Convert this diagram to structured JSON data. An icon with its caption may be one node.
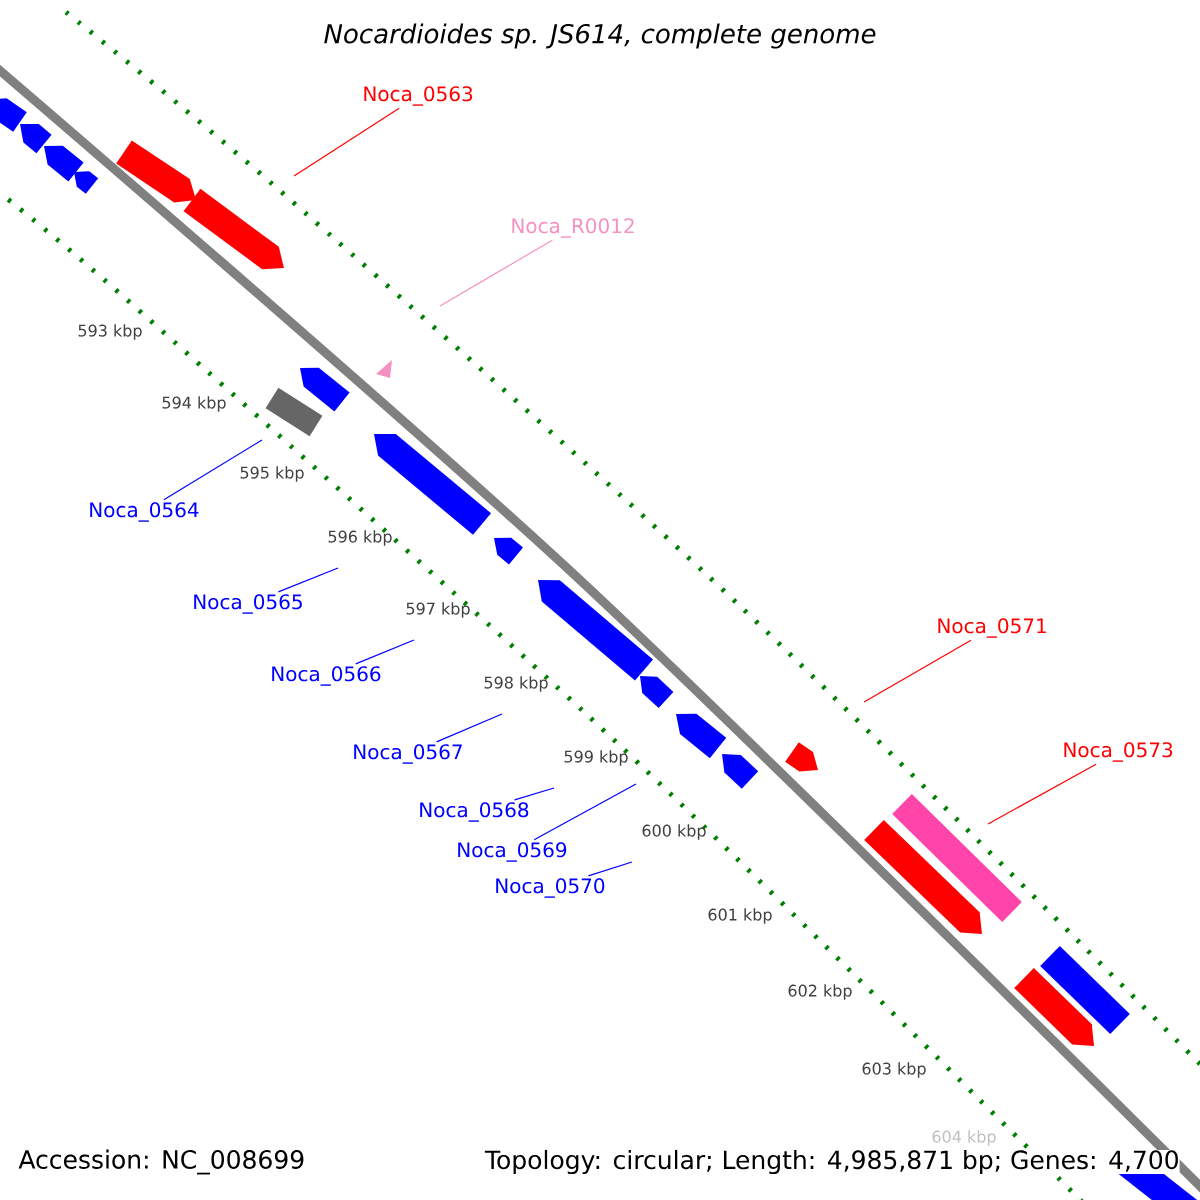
{
  "diagram": {
    "title": "Nocardioides sp. JS614, complete genome",
    "nodes": [
      {
        "text": [
          "Noca_0563"
        ]
      },
      {
        "text": [
          "Noca_R0012"
        ]
      },
      {
        "text": [
          "Noca_0564"
        ]
      },
      {
        "text": [
          "Noca_0565"
        ]
      },
      {
        "text": [
          "Noca_0566"
        ]
      },
      {
        "text": [
          "Noca_0567"
        ]
      },
      {
        "text": [
          "Noca_0568"
        ]
      },
      {
        "text": [
          "Noca_0569"
        ]
      },
      {
        "text": [
          "Noca_0570"
        ]
      },
      {
        "text": [
          "Noca_0571"
        ]
      },
      {
        "text": [
          "Noca_0573"
        ]
      }
    ],
    "edges": [
      {
        "from": 0,
        "to": null,
        "arrow": "none",
        "color": "#ff0000"
      },
      {
        "from": 1,
        "to": null,
        "arrow": "none",
        "color": "#f590c0"
      },
      {
        "from": 2,
        "to": null,
        "arrow": "none"
      },
      {
        "from": 3,
        "to": null,
        "arrow": "none"
      },
      {
        "from": 4,
        "to": null,
        "arrow": "none"
      },
      {
        "from": 5,
        "to": null,
        "arrow": "none"
      },
      {
        "from": 6,
        "to": null,
        "arrow": "none"
      },
      {
        "from": 7,
        "to": null,
        "arrow": "none"
      },
      {
        "from": 8,
        "to": null,
        "arrow": "none"
      },
      {
        "from": 9,
        "to": null,
        "arrow": "none",
        "color": "#ff0000"
      },
      {
        "from": 10,
        "to": null,
        "arrow": "none",
        "color": "#ff0000"
      }
    ],
    "labels": [
      "593 kbp",
      "594 kbp",
      "595 kbp",
      "596 kbp",
      "597 kbp",
      "598 kbp",
      "599 kbp",
      "600 kbp",
      "601 kbp",
      "602 kbp",
      "603 kbp",
      "604 kbp",
      "Accession: NC_008699",
      "Topology: circular; Length: 4,985,871 bp; Genes: 4,700"
    ]
  }
}
